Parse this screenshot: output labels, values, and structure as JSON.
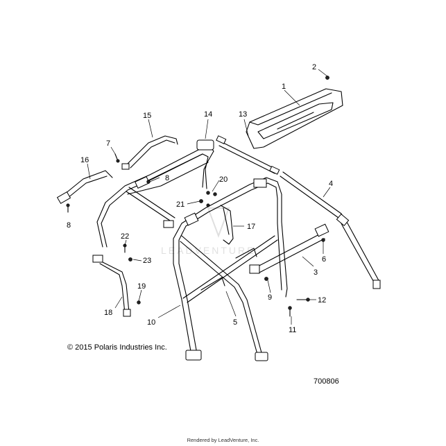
{
  "copyright": "© 2015 Polaris Industries Inc.",
  "drawing_number": "700806",
  "rendered_by": "Rendered by LeadVenture, Inc.",
  "watermark": "LEADVENTURE",
  "callouts": {
    "c1": "1",
    "c2": "2",
    "c3": "3",
    "c4": "4",
    "c5": "5",
    "c6": "6",
    "c7": "7",
    "c8a": "8",
    "c8b": "8",
    "c9": "9",
    "c10": "10",
    "c11": "11",
    "c12": "12",
    "c13": "13",
    "c14": "14",
    "c15": "15",
    "c16": "16",
    "c17": "17",
    "c18": "18",
    "c19": "19",
    "c20": "20",
    "c21": "21",
    "c22": "22",
    "c23": "23"
  }
}
